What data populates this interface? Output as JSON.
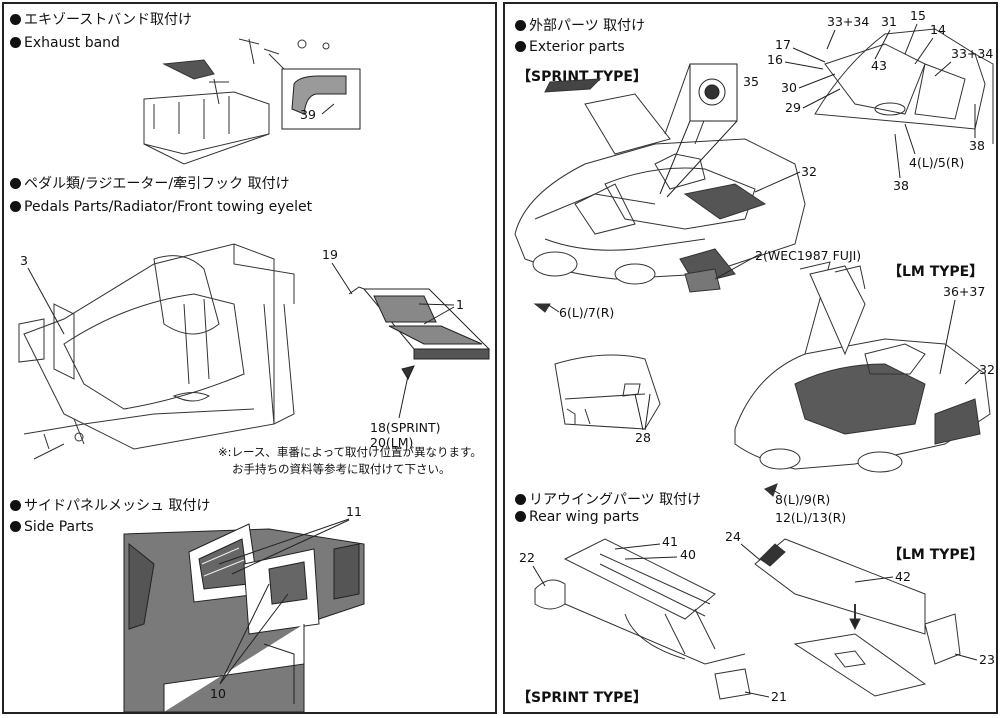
{
  "left": {
    "exhaust": {
      "title_jp": "エキゾーストバンド取付け",
      "title_en": "Exhaust band",
      "parts": [
        "39"
      ]
    },
    "pedals": {
      "title_jp": "ペダル類/ラジエーター/牽引フック 取付け",
      "title_en": "Pedals Parts/Radiator/Front towing eyelet",
      "parts": [
        "3",
        "19",
        "1",
        "18(SPRINT)",
        "20(LM)"
      ],
      "note_line1": "※:レース、車番によって取付け位置が異なります。",
      "note_line2": "お手持ちの資料等参考に取付けて下さい。"
    },
    "side": {
      "title_jp": "サイドパネルメッシュ 取付け",
      "title_en": "Side Parts",
      "parts": [
        "11",
        "10"
      ]
    }
  },
  "right": {
    "exterior": {
      "title_jp": "外部パーツ 取付け",
      "title_en": "Exterior parts",
      "sprint_label": "【SPRINT TYPE】",
      "lm_label": "【LM TYPE】",
      "parts": [
        "33+34",
        "31",
        "15",
        "14",
        "17",
        "16",
        "43",
        "33+34",
        "30",
        "29",
        "38",
        "4(L)/5(R)",
        "38",
        "35",
        "32",
        "2(WEC1987 FUJI)",
        "6(L)/7(R)",
        "36+37",
        "32",
        "28",
        "8(L)/9(R)",
        "12(L)/13(R)"
      ]
    },
    "rearwing": {
      "title_jp": "リアウイングパーツ 取付け",
      "title_en": "Rear wing parts",
      "lm_label": "【LM TYPE】",
      "sprint_label": "【SPRINT TYPE】",
      "parts": [
        "41",
        "40",
        "22",
        "21",
        "24",
        "42",
        "23"
      ]
    }
  }
}
